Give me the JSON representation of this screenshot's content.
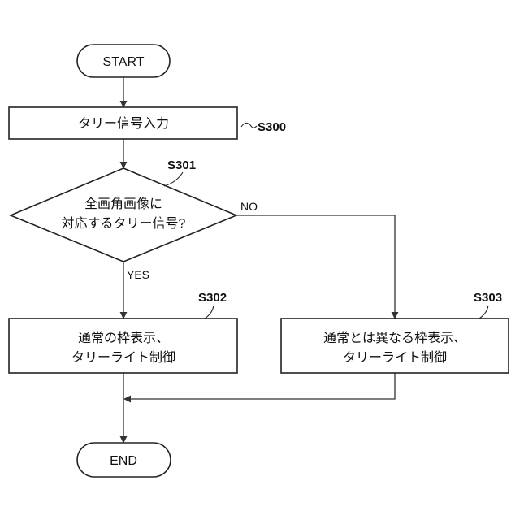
{
  "nodes": {
    "start": "START",
    "s300": "タリー信号入力",
    "s301": [
      "全画角画像に",
      "対応するタリー信号?"
    ],
    "s302": [
      "通常の枠表示、",
      "タリーライト制御"
    ],
    "s303": [
      "通常とは異なる枠表示、",
      "タリーライト制御"
    ],
    "end": "END"
  },
  "step_labels": {
    "s300": "S300",
    "s301": "S301",
    "s302": "S302",
    "s303": "S303"
  },
  "branches": {
    "no": "NO",
    "yes": "YES"
  }
}
